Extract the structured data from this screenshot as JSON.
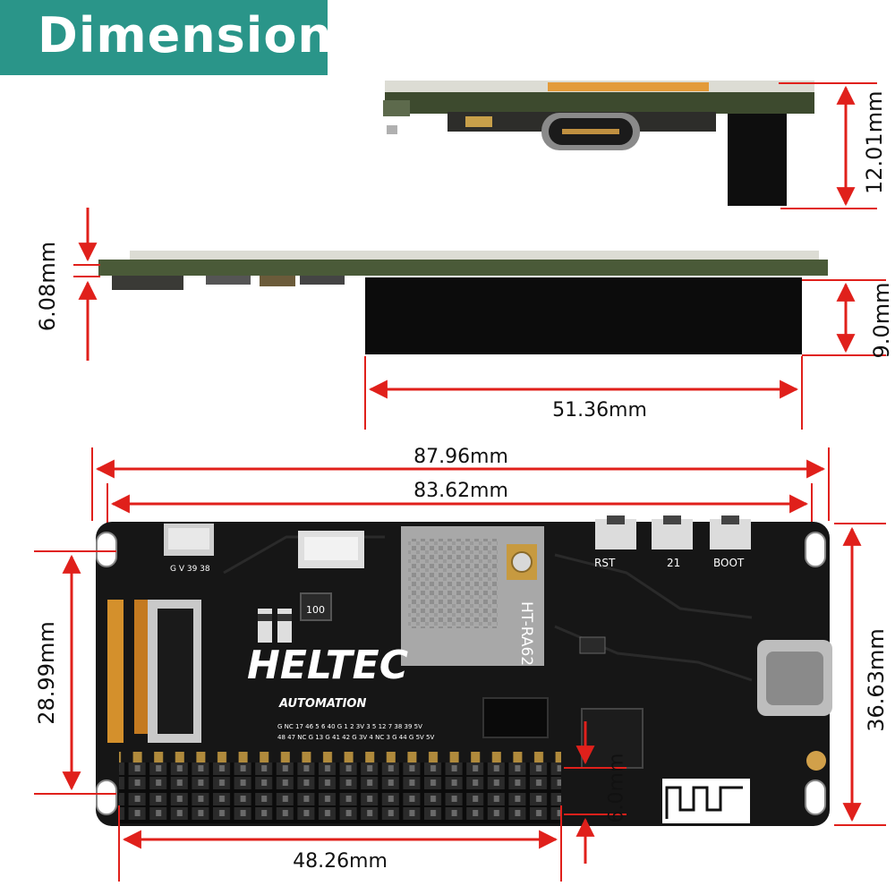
{
  "header": {
    "title": "Dimension"
  },
  "dimensions": {
    "side_height": "12.01mm",
    "board_thickness": "6.08mm",
    "header_height": "9.0mm",
    "header_length_side": "51.36mm",
    "total_length": "87.96mm",
    "hole_spacing": "83.62mm",
    "hole_spacing_vertical": "28.99mm",
    "total_width": "36.63mm",
    "header_offset": "6.0mm",
    "header_length": "48.26mm"
  },
  "board": {
    "brand": "HELTEC",
    "brand_sub": "AUTOMATION",
    "module_label": "HT-RA62",
    "buttons": [
      "RST",
      "21",
      "BOOT"
    ],
    "inductor_label": "100",
    "connector_pins": "G  V  39  38",
    "pin_row_top": "G NC 17 46 5 6 40 G 1 2 3V 3 5 12 7 38 39 5V",
    "pin_row_bottom": "48 47 NC G 13 G 41 42 G 3V 4 NC 3 G 44 G 5V 5V"
  },
  "colors": {
    "banner": "#2a9589",
    "arrow": "#e0201b",
    "board": "#161616"
  }
}
